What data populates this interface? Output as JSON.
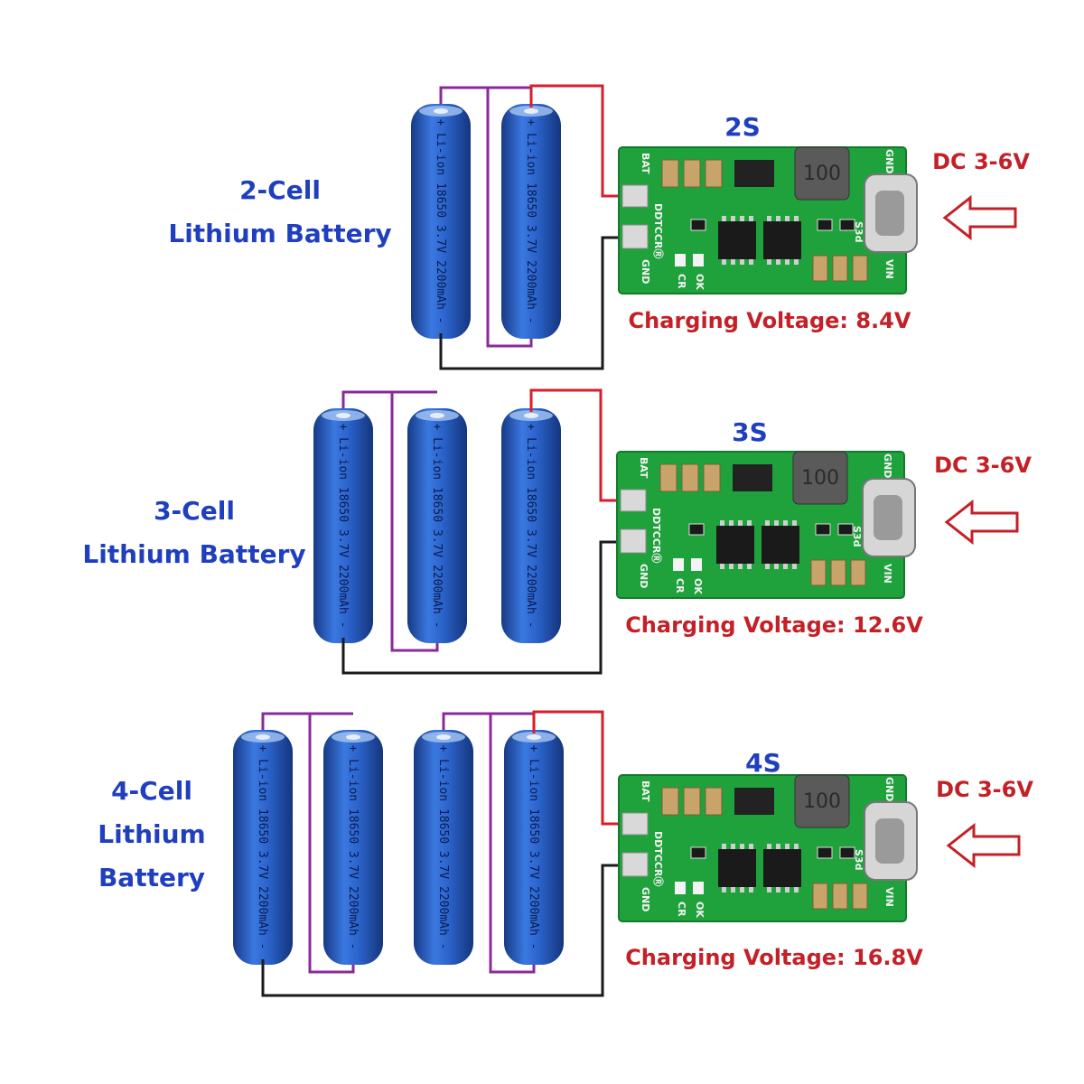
{
  "colors": {
    "cell_body": "#2a62c9",
    "cell_dark": "#1a3f8f",
    "wire_series": "#8a2a9a",
    "wire_positive": "#d81e2a",
    "wire_negative": "#1a1a1a",
    "pcb": "#1fa23c",
    "label_blue": "#1f3fbf",
    "label_red": "#c42027"
  },
  "cell_label": "+ Li-ion 18650 3.7V 2200mAh -",
  "board": {
    "silk_bat": "BAT",
    "silk_brand": "DDTCCRⓇ",
    "silk_gnd_left": "GND",
    "silk_cr": "CR",
    "silk_ok": "OK",
    "silk_gnd_right": "GND",
    "silk_vin": "VIN",
    "silk_set": "S3d",
    "inductor_mark": "100",
    "input_arrow_icon": "arrow-left-icon"
  },
  "rows": [
    {
      "id": "row-2s",
      "title_lines": [
        "2-Cell",
        "Lithium Battery"
      ],
      "cells": 2,
      "series_label": "2S",
      "dc_label": "DC 3-6V",
      "charge_label": "Charging Voltage: 8.4V"
    },
    {
      "id": "row-3s",
      "title_lines": [
        "3-Cell",
        "Lithium Battery"
      ],
      "cells": 3,
      "series_label": "3S",
      "dc_label": "DC 3-6V",
      "charge_label": "Charging Voltage: 12.6V"
    },
    {
      "id": "row-4s",
      "title_lines": [
        "4-Cell",
        "Lithium",
        "Battery"
      ],
      "cells": 4,
      "series_label": "4S",
      "dc_label": "DC 3-6V",
      "charge_label": "Charging Voltage: 16.8V"
    }
  ]
}
